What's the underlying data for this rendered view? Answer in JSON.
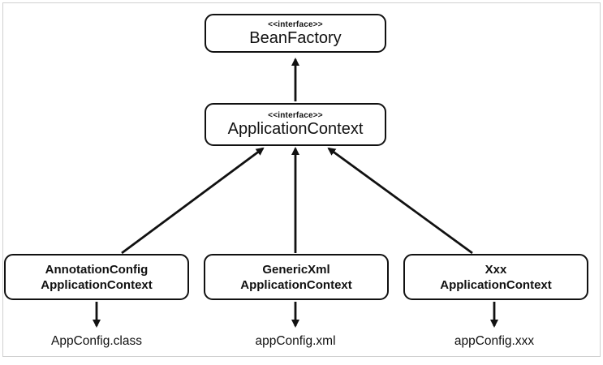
{
  "diagram": {
    "bean_factory": {
      "stereotype": "<<interface>>",
      "name": "BeanFactory"
    },
    "application_context": {
      "stereotype": "<<interface>>",
      "name": "ApplicationContext"
    },
    "implementations": [
      {
        "line1": "AnnotationConfig",
        "line2": "ApplicationContext",
        "config_file": "AppConfig.class"
      },
      {
        "line1": "GenericXml",
        "line2": "ApplicationContext",
        "config_file": "appConfig.xml"
      },
      {
        "line1": "Xxx",
        "line2": "ApplicationContext",
        "config_file": "appConfig.xxx"
      }
    ]
  }
}
